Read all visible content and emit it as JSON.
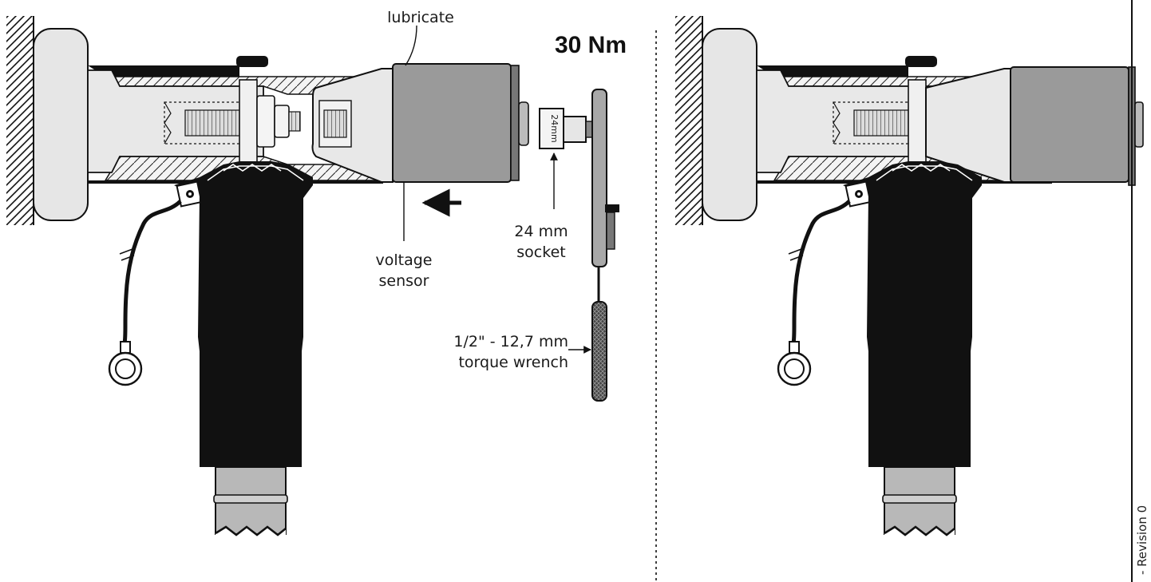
{
  "annotations": {
    "lubricate": "lubricate",
    "torque_value": "30 Nm",
    "voltage_sensor_line1": "voltage",
    "voltage_sensor_line2": "sensor",
    "socket_line1": "24 mm",
    "socket_line2": "socket",
    "wrench_line1": "1/2\" - 12,7 mm",
    "wrench_line2": "torque wrench",
    "socket_marking": "24mm"
  },
  "footer": {
    "revision": "- Revision 0"
  },
  "colors": {
    "outline": "#1a1a1a",
    "body_light": "#e4e4e4",
    "body_mid": "#d4d4d4",
    "sensor_grey": "#9a9a9a",
    "cable_black": "#111111",
    "cable_grey": "#b8b8b8"
  }
}
